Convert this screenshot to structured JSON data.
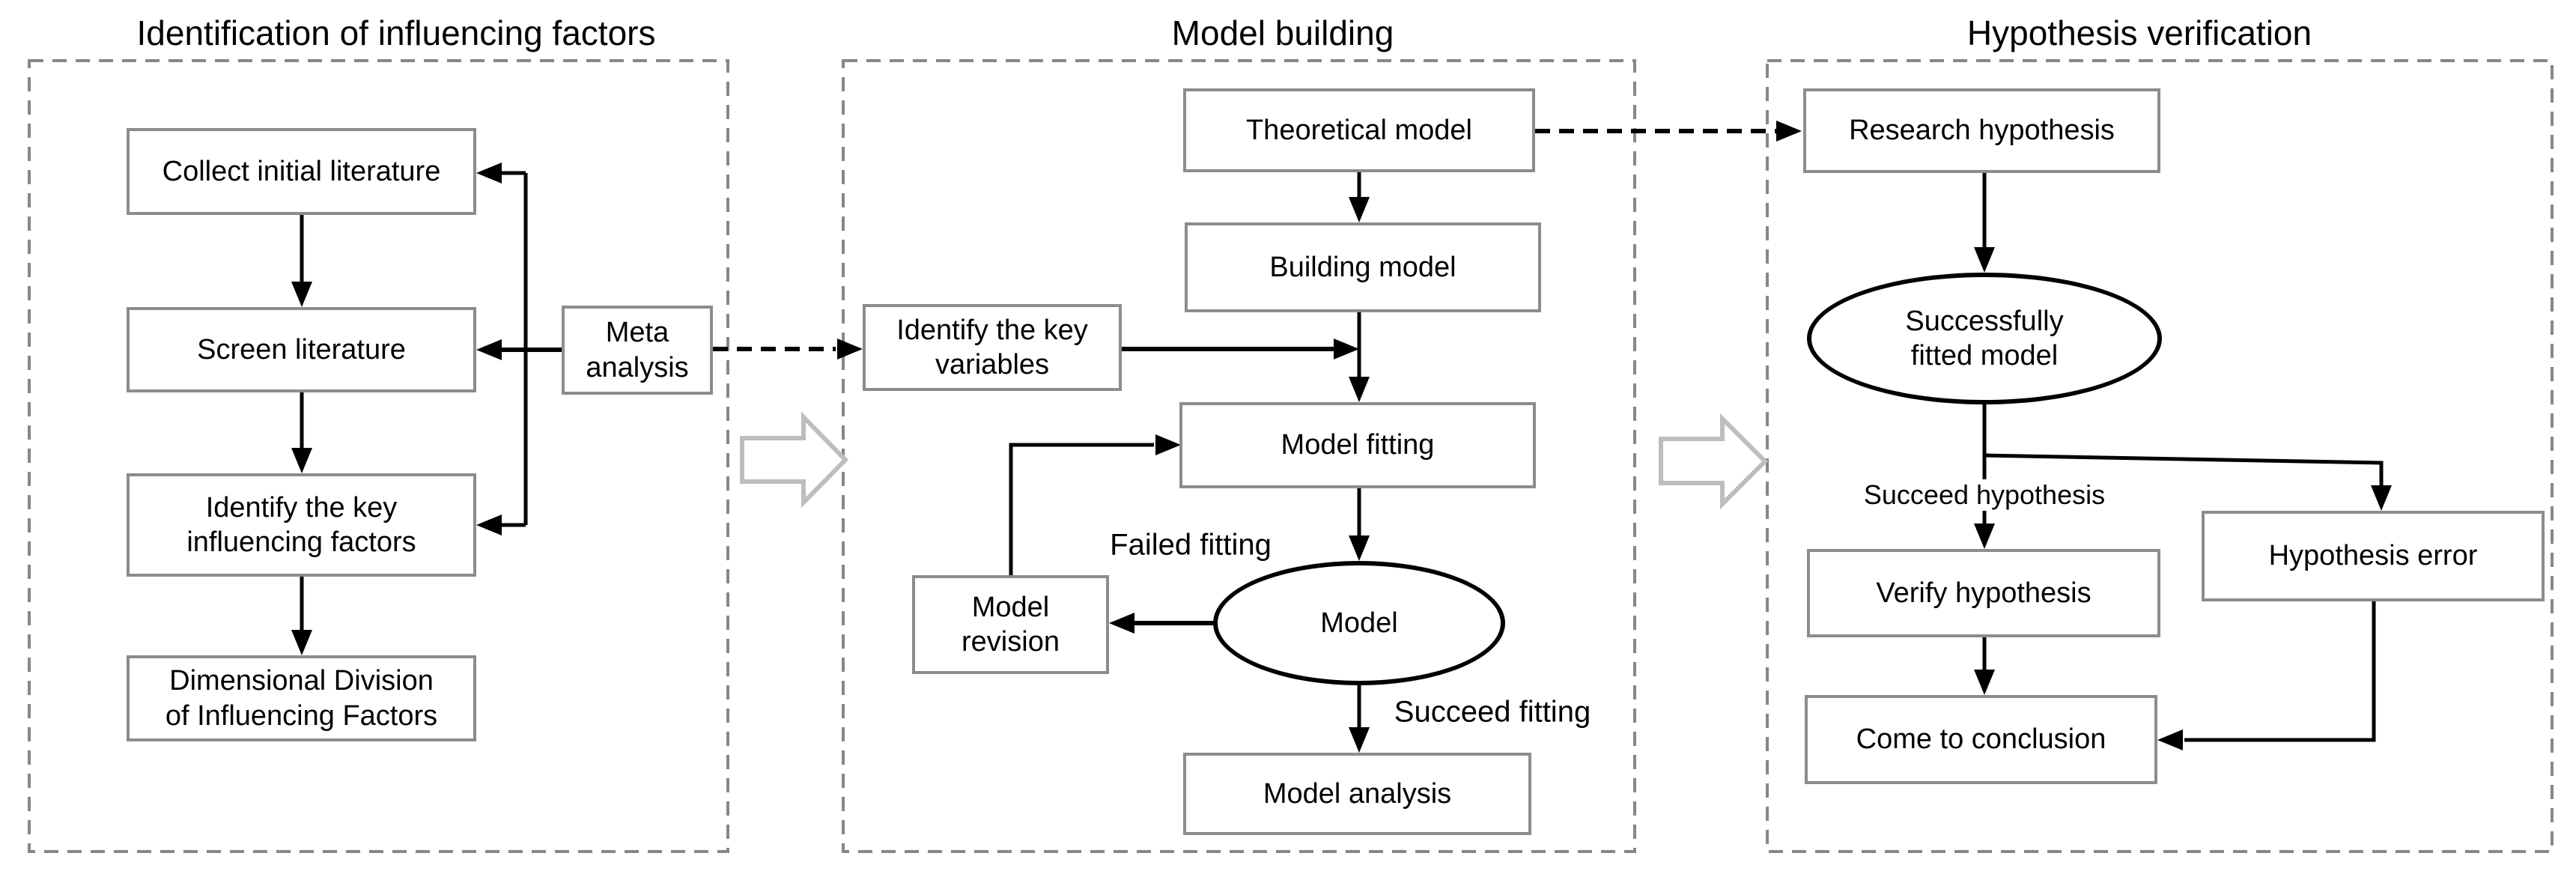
{
  "diagram": {
    "titles": {
      "identification": "Identification of influencing factors",
      "model_building": "Model building",
      "hypothesis_verification": "Hypothesis verification"
    },
    "nodes": {
      "collect": {
        "label": "Collect initial literature",
        "shape": "rect"
      },
      "screen": {
        "label": "Screen literature",
        "shape": "rect"
      },
      "identify_factors": {
        "label": "Identify the key\ninfluencing factors",
        "shape": "rect"
      },
      "dimensional": {
        "label": "Dimensional Division\nof Influencing Factors",
        "shape": "rect"
      },
      "meta": {
        "label": "Meta\nanalysis",
        "shape": "rect"
      },
      "theoretical": {
        "label": "Theoretical model",
        "shape": "rect"
      },
      "building": {
        "label": "Building model",
        "shape": "rect"
      },
      "identify_vars": {
        "label": "Identify the key\nvariables",
        "shape": "rect"
      },
      "fitting": {
        "label": "Model fitting",
        "shape": "rect"
      },
      "revision": {
        "label": "Model\nrevision",
        "shape": "rect"
      },
      "model": {
        "label": "Model",
        "shape": "ellipse"
      },
      "analysis": {
        "label": "Model analysis",
        "shape": "rect"
      },
      "research": {
        "label": "Research hypothesis",
        "shape": "rect"
      },
      "success": {
        "label": "Successfully\nfitted model",
        "shape": "ellipse"
      },
      "verify": {
        "label": "Verify hypothesis",
        "shape": "rect"
      },
      "error": {
        "label": "Hypothesis error",
        "shape": "rect"
      },
      "conclusion": {
        "label": "Come to conclusion",
        "shape": "rect"
      }
    },
    "edge_labels": {
      "failed_fitting": "Failed fitting",
      "succeed_fitting": "Succeed fitting",
      "succeed_hypothesis": "Succeed hypothesis"
    },
    "colors": {
      "background": "#ffffff",
      "text": "#000000",
      "line": "#000000",
      "box_border": "#8c8c8c",
      "ellipse_border": "#000000",
      "panel_border": "#878787",
      "hollow_arrow": "#bdbdbd"
    }
  }
}
